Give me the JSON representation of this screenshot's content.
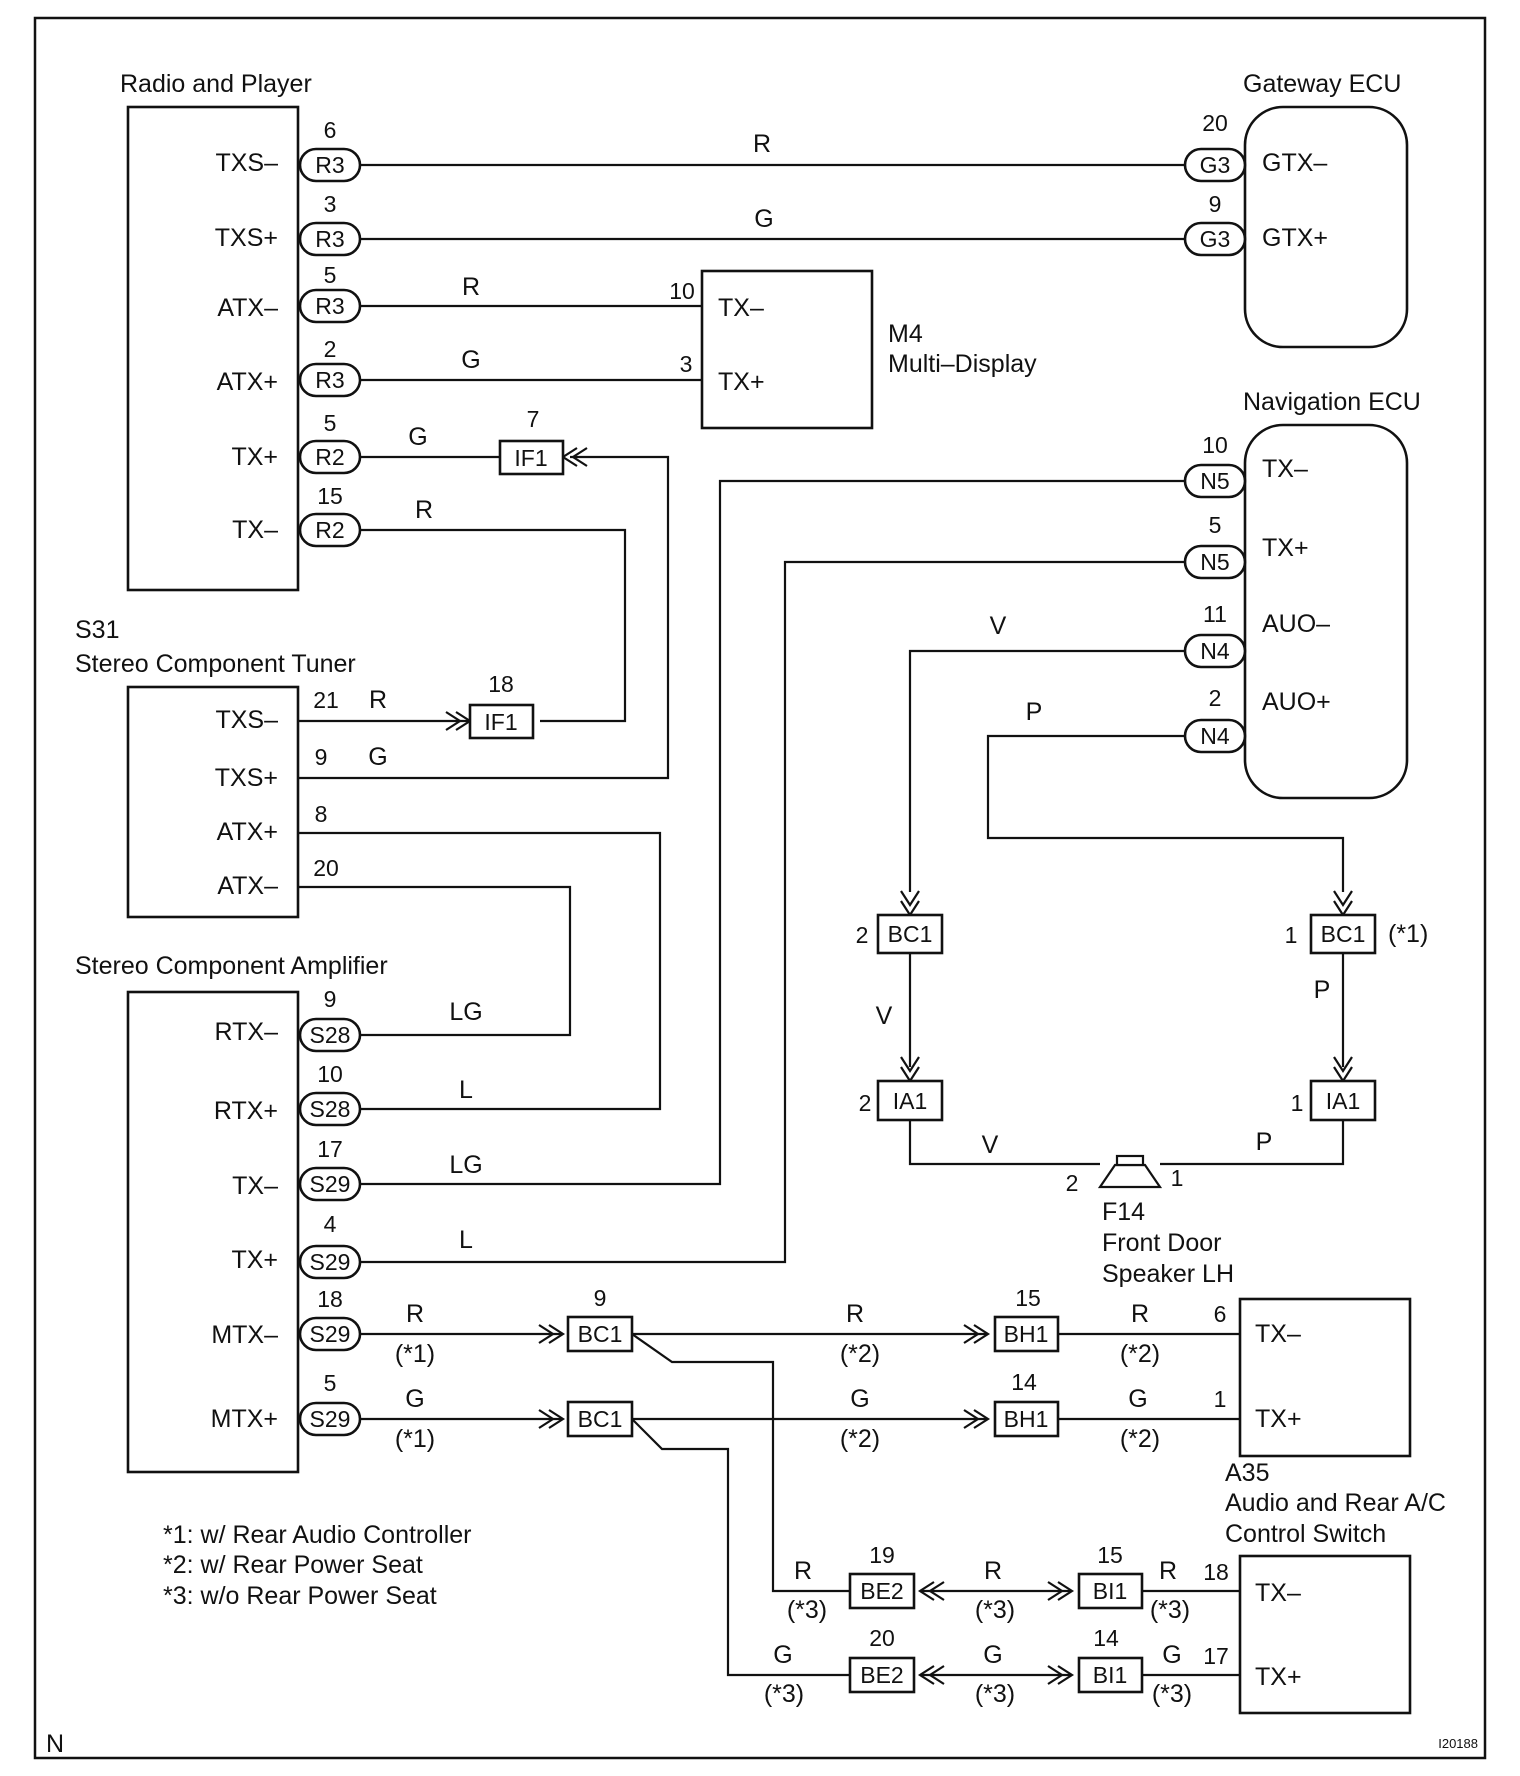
{
  "components": {
    "radio": {
      "title": "Radio and Player",
      "pins": [
        "TXS–",
        "TXS+",
        "ATX–",
        "ATX+",
        "TX+",
        "TX–"
      ]
    },
    "gateway": {
      "title": "Gateway ECU",
      "pins": [
        "GTX–",
        "GTX+"
      ]
    },
    "m4": {
      "code": "M4",
      "title": "Multi–Display",
      "pins": [
        "TX–",
        "TX+"
      ]
    },
    "nav": {
      "title": "Navigation ECU",
      "pins": [
        "TX–",
        "TX+",
        "AUO–",
        "AUO+"
      ]
    },
    "tuner": {
      "code": "S31",
      "title": "Stereo Component Tuner",
      "pins": [
        "TXS–",
        "TXS+",
        "ATX+",
        "ATX–"
      ]
    },
    "amp": {
      "title": "Stereo Component Amplifier",
      "pins": [
        "RTX–",
        "RTX+",
        "TX–",
        "TX+",
        "MTX–",
        "MTX+"
      ]
    },
    "speaker": {
      "code": "F14",
      "line1": "Front Door",
      "line2": "Speaker LH"
    },
    "a35": {
      "code": "A35",
      "line1": "Audio and Rear A/C",
      "line2": "Control Switch",
      "pins": [
        "TX–",
        "TX+",
        "TX–",
        "TX+"
      ]
    }
  },
  "connectors": {
    "R3": "R3",
    "R2": "R2",
    "G3": "G3",
    "N5": "N5",
    "N4": "N4",
    "S28": "S28",
    "S29": "S29",
    "IF1": "IF1",
    "BC1": "BC1",
    "IA1": "IA1",
    "BH1": "BH1",
    "BE2": "BE2",
    "BI1": "BI1"
  },
  "pin_numbers": {
    "r3_6": "6",
    "r3_3": "3",
    "r3_5": "5",
    "r3_2": "2",
    "r2_5": "5",
    "r2_15": "15",
    "g3_20": "20",
    "g3_9": "9",
    "m4_10": "10",
    "m4_3": "3",
    "n5_10": "10",
    "n5_5": "5",
    "n4_11": "11",
    "n4_2": "2",
    "if1_7": "7",
    "if1_18": "18",
    "t_21": "21",
    "t_9": "9",
    "t_8": "8",
    "t_20": "20",
    "s28_9": "9",
    "s28_10": "10",
    "s29_17": "17",
    "s29_4": "4",
    "s29_18": "18",
    "s29_5": "5",
    "bc1_2": "2",
    "bc1_1": "1",
    "ia1_2": "2",
    "ia1_1": "1",
    "spk_2": "2",
    "spk_1": "1",
    "bc1_9": "9",
    "bh1_15": "15",
    "bh1_14": "14",
    "a35_6": "6",
    "a35_1": "1",
    "be2_19": "19",
    "be2_20": "20",
    "bi1_15": "15",
    "bi1_14": "14",
    "a35_18": "18",
    "a35_17": "17"
  },
  "wire_colors": {
    "R": "R",
    "G": "G",
    "V": "V",
    "P": "P",
    "LG": "LG",
    "L": "L"
  },
  "note_refs": {
    "n1": "(*1)",
    "n2": "(*2)",
    "n3": "(*3)"
  },
  "notes": [
    "*1: w/ Rear Audio Controller",
    "*2: w/ Rear Power Seat",
    "*3: w/o Rear Power Seat"
  ],
  "corner_left": "N",
  "figure_id": "I20188"
}
